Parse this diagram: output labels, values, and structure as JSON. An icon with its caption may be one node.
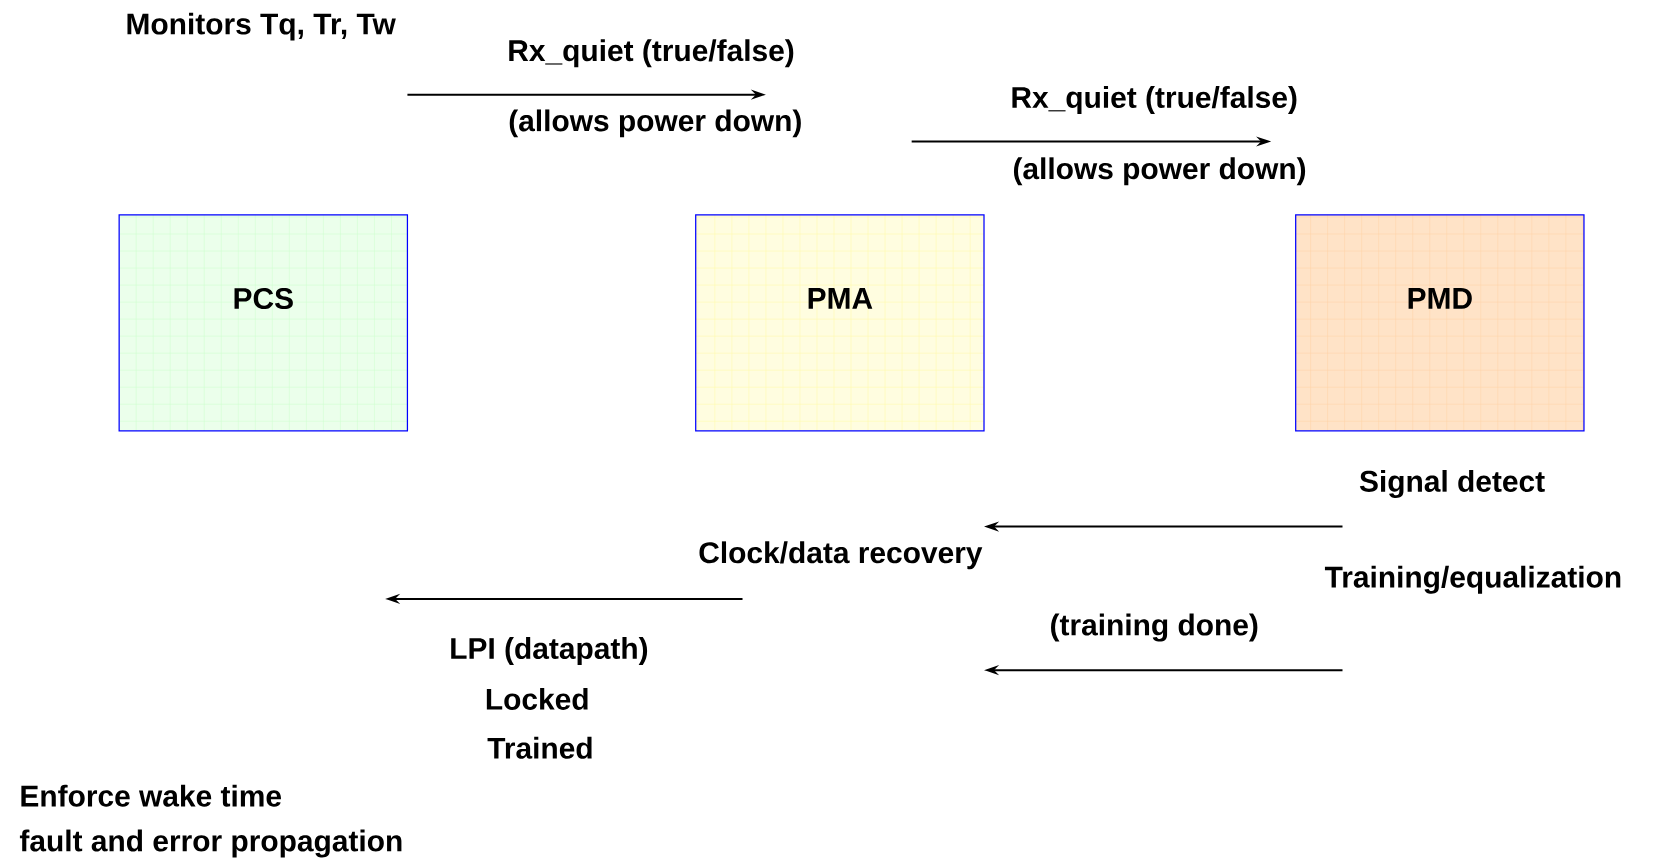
{
  "diagram": {
    "nodes": [
      {
        "text": [
          "PCS"
        ]
      },
      {
        "text": [
          "PMA"
        ]
      },
      {
        "text": [
          "PMD"
        ]
      }
    ],
    "labels": [
      "Monitors Tq, Tr, Tw",
      "Rx_quiet (true/false)",
      "(allows power down)",
      "Rx_quiet (true/false)",
      "(allows power down)",
      "Signal detect",
      "Clock/data recovery",
      "Training/equalization",
      "(training done)",
      "LPI (datapath)",
      "Locked",
      "Trained",
      "Enforce wake time",
      "fault and error propagation"
    ]
  }
}
